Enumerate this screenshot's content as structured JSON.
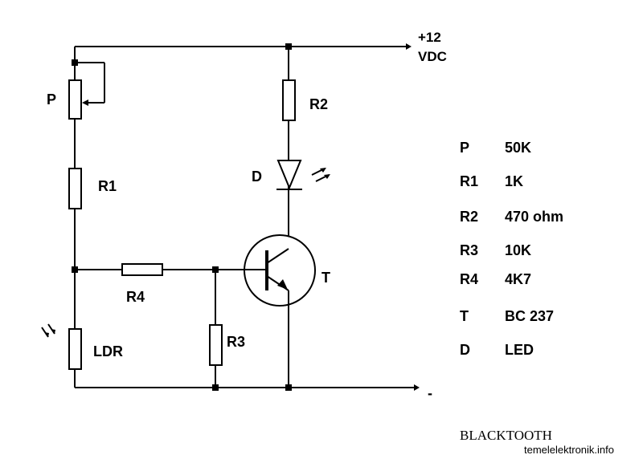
{
  "supply": {
    "plus": "+12",
    "unit": "VDC",
    "minus": "-"
  },
  "labels": {
    "p": "P",
    "r1": "R1",
    "r2": "R2",
    "r3": "R3",
    "r4": "R4",
    "d": "D",
    "t": "T",
    "ldr": "LDR"
  },
  "parts_list": [
    {
      "ref": "P",
      "value": "50K"
    },
    {
      "ref": "R1",
      "value": "1K"
    },
    {
      "ref": "R2",
      "value": "470 ohm"
    },
    {
      "ref": "R3",
      "value": "10K"
    },
    {
      "ref": "R4",
      "value": "4K7"
    },
    {
      "ref": "T",
      "value": "BC 237"
    },
    {
      "ref": "D",
      "value": "LED"
    }
  ],
  "author": "BLACKTOOTH",
  "website": "temelelektronik.info"
}
